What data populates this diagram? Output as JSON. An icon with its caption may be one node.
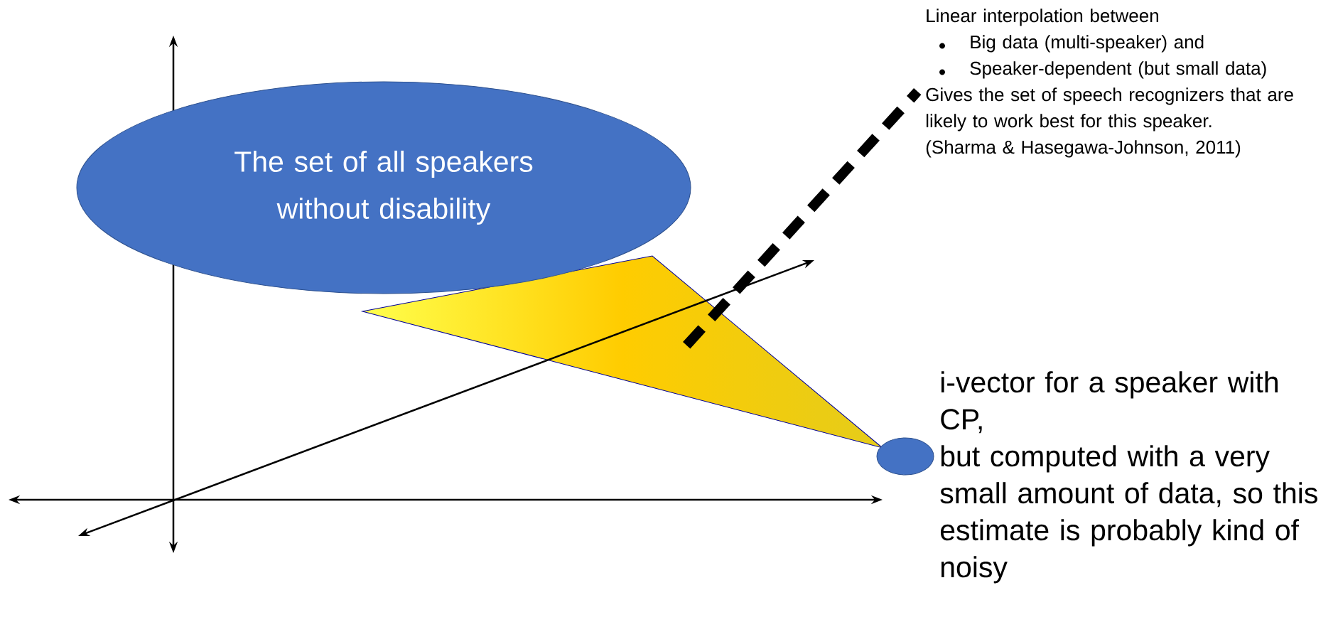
{
  "diagram": {
    "nodes": [
      {
        "text": [
          "The set of all speakers without disability"
        ]
      },
      {
        "text": [],
        "shape": "triangle"
      },
      {
        "text": [],
        "shape": "circle",
        "beside": [
          "i-vector for a speaker with CP,",
          "but computed with a very small amount of data, so this estimate is probably kind of noisy"
        ]
      },
      {
        "text": [
          "Linear interpolation between",
          "Big data (multi-speaker) and",
          "Speaker-dependent (but small data)",
          "Gives the set of speech recognizers that are likely to work best for this speaker.",
          "(Sharma & Hasegawa-Johnson, 2011)"
        ]
      }
    ],
    "edges": [
      {
        "from": 1,
        "to": 3,
        "arrow": "none",
        "style": "dashed"
      }
    ]
  }
}
